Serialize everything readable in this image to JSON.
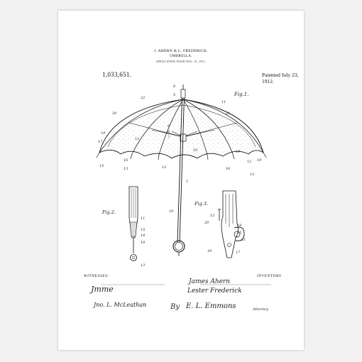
{
  "header": {
    "names": "J. AHERN & L. FREDERICK.",
    "title": "UMBRELLA.",
    "filed": "APPLICATION FILED NOV. 15, 1911.",
    "patent_number": "1,033,651.",
    "patent_date": "Patented July 23, 1912."
  },
  "figures": {
    "fig1": "Fig.1.",
    "fig2": "Fig.2.",
    "fig3": "Fig.3."
  },
  "refs": {
    "r6": "6",
    "r5": "5",
    "r22": "22",
    "r11": "11",
    "r20": "20",
    "r21": "21",
    "r9": "9",
    "r8": "8",
    "r7": "7",
    "r19a": "19",
    "r17": "17",
    "r12": "12",
    "r15a": "15",
    "r16a": "16",
    "r13a": "13",
    "r13b": "13",
    "r10a": "10",
    "r19b": "19",
    "r12b": "12",
    "r19c": "19",
    "r16b": "16",
    "r13c": "13",
    "r1": "1",
    "r10b": "10",
    "f2_11": "11",
    "f2_15": "15",
    "f2_14": "14",
    "f2_10": "10",
    "f2_13": "13",
    "f3_12": "12",
    "f3_20": "20",
    "f3_19": "19",
    "f3_15": "15",
    "f3_21": "21",
    "f3_16": "16",
    "f3_17": "17"
  },
  "signatures": {
    "witnesses_label": "WITNESSES:",
    "inventors_label": "INVENTORS",
    "witness1": "Jmme",
    "witness2": "Jno. L. McLeathan",
    "inventor1": "James Ahern",
    "inventor2": "Lester Frederick",
    "attorney_by": "By",
    "attorney_sig": "E. L. Emmons",
    "attorney_label": "Attorney"
  },
  "colors": {
    "sheet": "#ffffff",
    "background": "#f2f2f2",
    "ink": "#111111"
  }
}
